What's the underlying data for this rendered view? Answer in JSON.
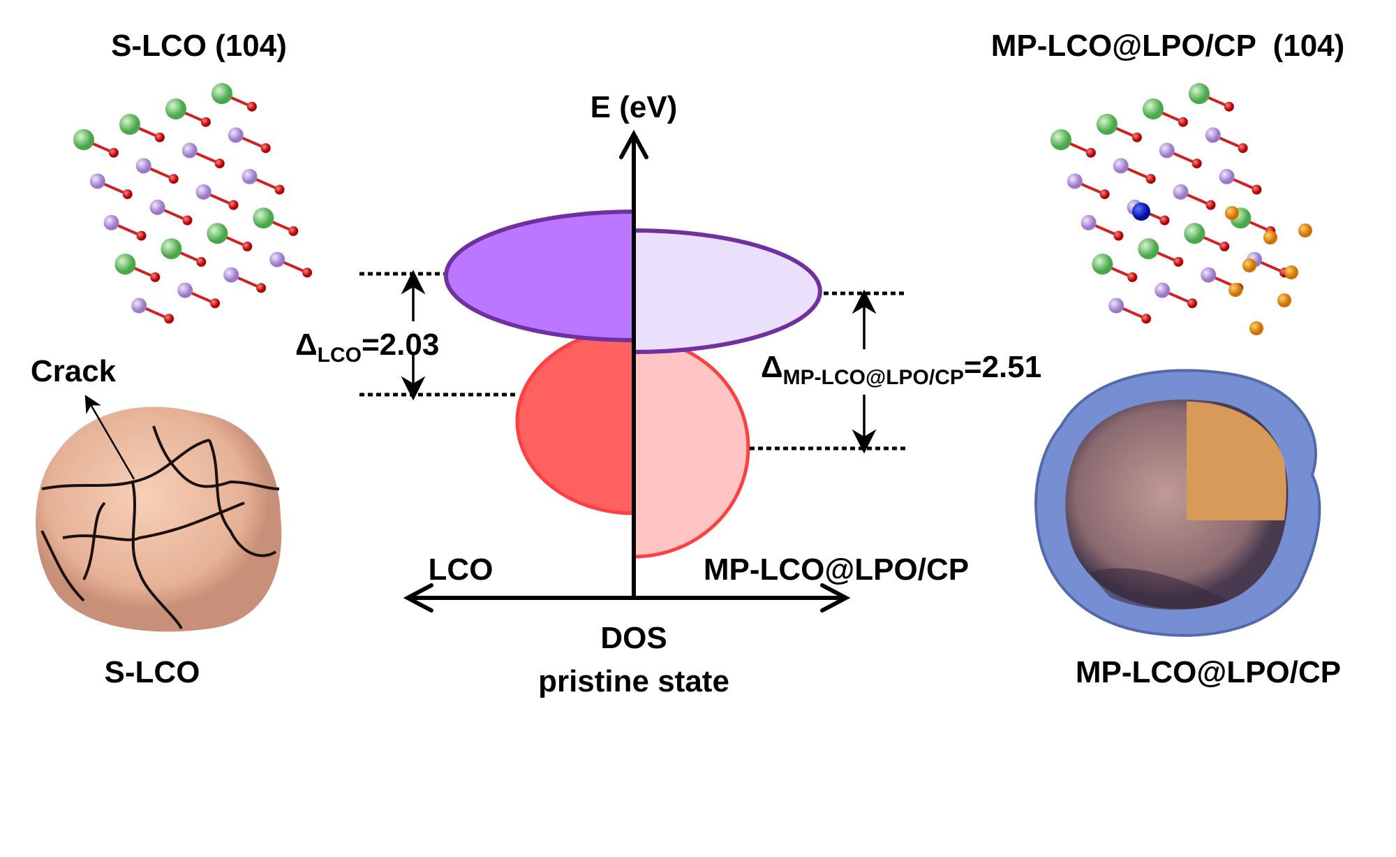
{
  "left": {
    "structure_title": "S-LCO (104)",
    "crack_label": "Crack",
    "particle_label": "S-LCO"
  },
  "right": {
    "structure_title": "MP-LCO@LPO/CP  (104)",
    "particle_label": "MP-LCO@LPO/CP"
  },
  "diagram": {
    "y_axis_label": "E (eV)",
    "x_axis_label": "DOS",
    "x_axis_sublabel": "pristine state",
    "left_side_label": "LCO",
    "right_side_label": "MP-LCO@LPO/CP",
    "gap_left": {
      "delta": "Δ",
      "sub": "LCO",
      "value": "=2.03"
    },
    "gap_right": {
      "delta": "Δ",
      "sub": "MP-LCO@LPO/CP",
      "value": "=2.51"
    }
  },
  "colors": {
    "purple_fill": "#bb77ff",
    "purple_light": "#e8dcf8",
    "purple_stroke": "#7030a0",
    "red_fill": "#ff6060",
    "red_light": "#ffc4c4",
    "red_stroke": "#ff4040"
  }
}
